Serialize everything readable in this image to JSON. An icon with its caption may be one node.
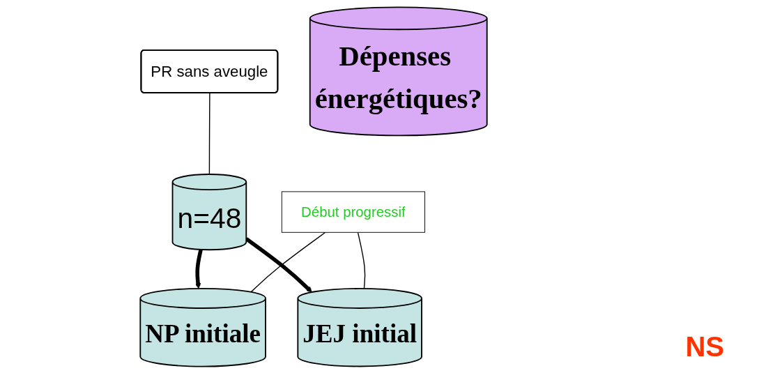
{
  "diagram": {
    "nodes": [
      {
        "text": [
          "PR sans aveugle"
        ]
      },
      {
        "text": [
          "n=48"
        ]
      },
      {
        "text": [
          "NP initiale"
        ]
      },
      {
        "text": [
          "JEJ  initial"
        ]
      },
      {
        "text": [
          "Début progressif"
        ]
      },
      {
        "text": [
          "Dépenses énergétiques?"
        ]
      }
    ],
    "edges": [
      {
        "from": 0,
        "to": 1,
        "arrow": "none"
      },
      {
        "from": 1,
        "to": 2,
        "arrow": "to",
        "style": "thick"
      },
      {
        "from": 1,
        "to": 3,
        "arrow": "to",
        "style": "thick"
      },
      {
        "from": 4,
        "to": 2,
        "arrow": "none"
      },
      {
        "from": 4,
        "to": 3,
        "arrow": "none"
      }
    ],
    "labels": [
      "NS"
    ]
  }
}
